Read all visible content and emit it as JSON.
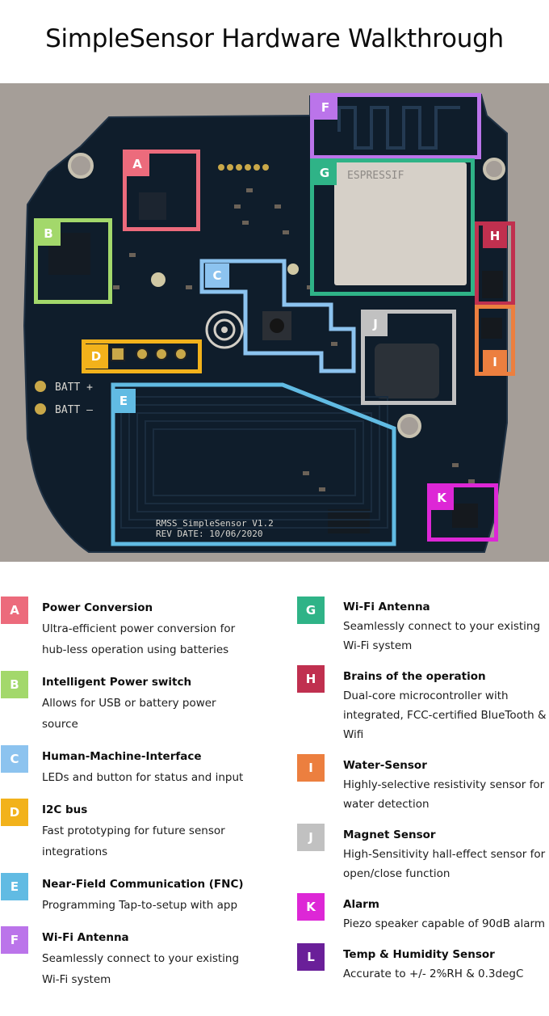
{
  "title": "SimpleSensor Hardware Walkthrough",
  "board": {
    "silk_batt_plus": "BATT +",
    "silk_batt_minus": "BATT –",
    "silk_name": "RMSS_SimpleSensor V1.2",
    "silk_date": "REV DATE: 10/06/2020",
    "module_text": "ESPRESSIF"
  },
  "callouts": [
    {
      "letter": "A",
      "color": "#ec6b7c"
    },
    {
      "letter": "B",
      "color": "#a3d86b"
    },
    {
      "letter": "C",
      "color": "#8cc3ef"
    },
    {
      "letter": "D",
      "color": "#f2b21b"
    },
    {
      "letter": "E",
      "color": "#61bbe3"
    },
    {
      "letter": "F",
      "color": "#bb74ea"
    },
    {
      "letter": "G",
      "color": "#2fb387"
    },
    {
      "letter": "H",
      "color": "#c0304f"
    },
    {
      "letter": "I",
      "color": "#ec7f3f"
    },
    {
      "letter": "J",
      "color": "#c1c1c1"
    },
    {
      "letter": "K",
      "color": "#dd27d6"
    }
  ],
  "legend_left": [
    {
      "letter": "A",
      "color": "#ec6b7c",
      "title": "Power Conversion",
      "desc": [
        "Ultra-efficient power conversion for",
        "hub-less operation using batteries"
      ]
    },
    {
      "letter": "B",
      "color": "#a3d86b",
      "title": "Intelligent Power switch",
      "desc": [
        "Allows for USB or battery power",
        "source"
      ]
    },
    {
      "letter": "C",
      "color": "#8cc3ef",
      "title": "Human-Machine-Interface",
      "desc": [
        "LEDs and button for status and input"
      ]
    },
    {
      "letter": "D",
      "color": "#f2b21b",
      "title": "I2C bus",
      "desc": [
        "Fast prototyping for future sensor",
        "integrations"
      ]
    },
    {
      "letter": "E",
      "color": "#61bbe3",
      "title": "Near-Field Communication (FNC)",
      "desc": [
        "Programming Tap-to-setup with app"
      ]
    },
    {
      "letter": "F",
      "color": "#bb74ea",
      "title": "Wi-Fi Antenna",
      "desc": [
        "Seamlessly connect to your existing",
        "Wi-Fi system"
      ]
    }
  ],
  "legend_right": [
    {
      "letter": "G",
      "color": "#2fb387",
      "title": "Wi-Fi Antenna",
      "desc": [
        "Seamlessly connect to your existing",
        "Wi-Fi system"
      ]
    },
    {
      "letter": "H",
      "color": "#c0304f",
      "title": "Brains of the operation",
      "desc": [
        "Dual-core microcontroller with",
        "integrated, FCC-certified BlueTooth &",
        "Wifi"
      ]
    },
    {
      "letter": "I",
      "color": "#ec7f3f",
      "title": "Water-Sensor",
      "desc": [
        "Highly-selective resistivity sensor for",
        "water detection"
      ]
    },
    {
      "letter": "J",
      "color": "#c1c1c1",
      "title": "Magnet Sensor",
      "desc": [
        "High-Sensitivity hall-effect sensor for",
        "open/close function"
      ]
    },
    {
      "letter": "K",
      "color": "#dd27d6",
      "title": "Alarm",
      "desc": [
        "Piezo speaker capable of 90dB alarm"
      ]
    },
    {
      "letter": "L",
      "color": "#6a1f99",
      "title": "Temp & Humidity Sensor",
      "desc": [
        "Accurate to +/- 2%RH & 0.3degC"
      ]
    }
  ]
}
